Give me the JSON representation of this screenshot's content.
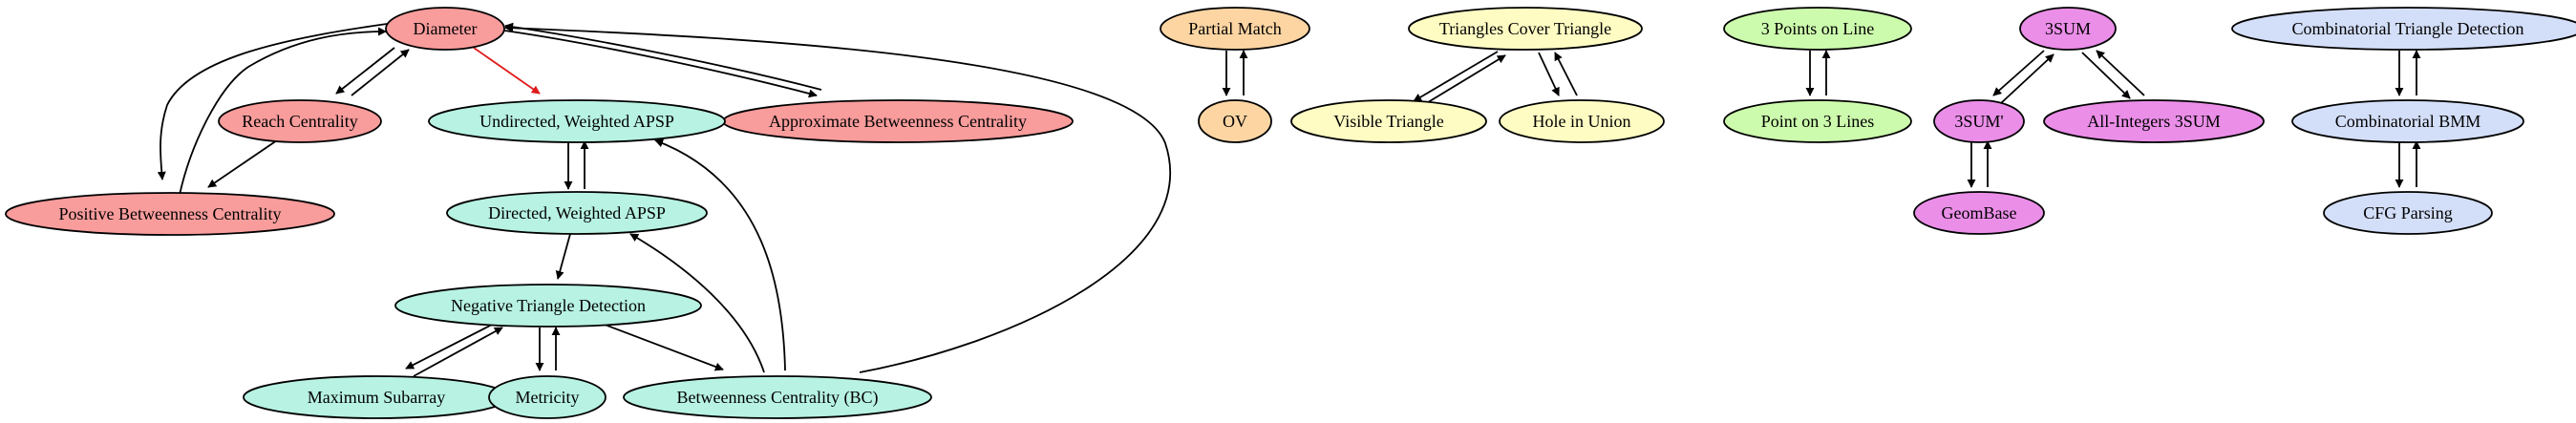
{
  "colors": {
    "red": "#f99c9c",
    "teal": "#b7f2e2",
    "orange": "#fdd5a3",
    "yellow": "#fefcc3",
    "green": "#cdfbad",
    "purple": "#ea8ee8",
    "blue": "#d3def8",
    "highlight_edge": "#e01b1b"
  },
  "nodes": {
    "diameter": "Diameter",
    "reach": "Reach Centrality",
    "pos_bc": "Positive Betweenness Centrality",
    "undir_apsp": "Undirected, Weighted APSP",
    "approx_bc": "Approximate Betweenness Centrality",
    "dir_apsp": "Directed, Weighted APSP",
    "neg_tri": "Negative Triangle Detection",
    "max_sub": "Maximum Subarray",
    "metricity": "Metricity",
    "bc": "Betweenness Centrality (BC)",
    "partial": "Partial Match",
    "ov": "OV",
    "tri_cover": "Triangles Cover Triangle",
    "vis_tri": "Visible Triangle",
    "hole": "Hole in Union",
    "three_pts": "3 Points on Line",
    "pt_lines": "Point on 3 Lines",
    "threesum": "3SUM",
    "threesum_p": "3SUM'",
    "allint": "All-Integers 3SUM",
    "geombase": "GeomBase",
    "comb_tri": "Combinatorial Triangle Detection",
    "comb_bmm": "Combinatorial BMM",
    "cfg": "CFG Parsing"
  }
}
